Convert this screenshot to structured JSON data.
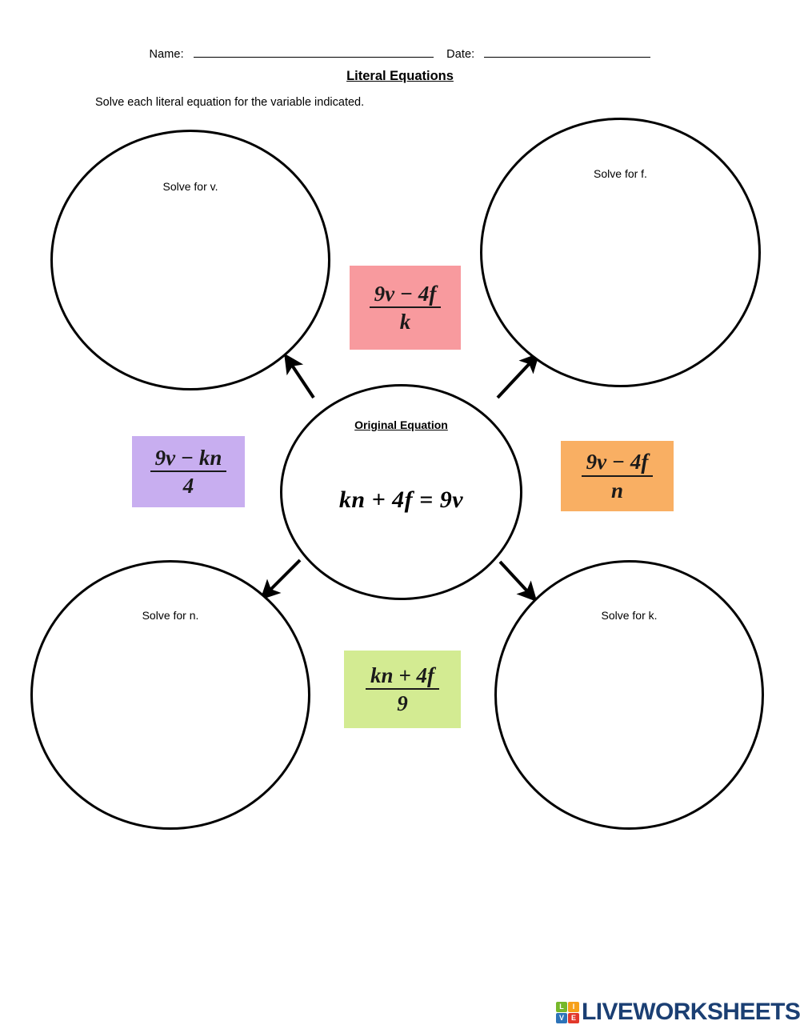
{
  "header": {
    "name_label": "Name:",
    "date_label": "Date:",
    "title": "Literal Equations",
    "instructions": "Solve each literal equation for the variable indicated."
  },
  "center": {
    "title": "Original Equation",
    "equation": "kn + 4f = 9v"
  },
  "bubbles": [
    {
      "id": "bubble-v",
      "label": "Solve for v."
    },
    {
      "id": "bubble-f",
      "label": "Solve for f."
    },
    {
      "id": "bubble-n",
      "label": "Solve for n."
    },
    {
      "id": "bubble-k",
      "label": "Solve for k."
    }
  ],
  "answer_boxes": [
    {
      "id": "box-pink",
      "numerator": "9ν − 4f",
      "denominator": "k",
      "color": "#F89A9E"
    },
    {
      "id": "box-purple",
      "numerator": "9ν − kn",
      "denominator": "4",
      "color": "#C8AEF0"
    },
    {
      "id": "box-orange",
      "numerator": "9ν − 4f",
      "denominator": "n",
      "color": "#F9AF63"
    },
    {
      "id": "box-green",
      "numerator": "kn + 4f",
      "denominator": "9",
      "color": "#D3EB92"
    }
  ],
  "footer": {
    "logo_tiles": [
      "L",
      "I",
      "V",
      "E"
    ],
    "logo_word": "LIVEWORKSHEETS",
    "logo_word_color": "#1B3F73"
  }
}
